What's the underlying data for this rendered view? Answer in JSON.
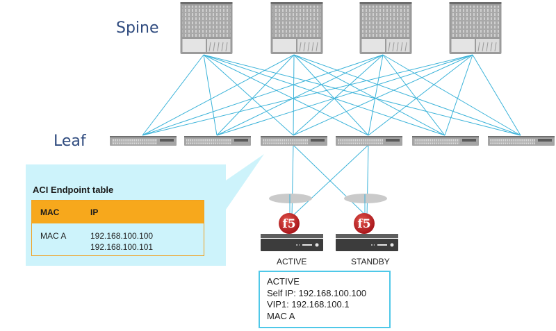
{
  "labels": {
    "spine": "Spine",
    "leaf": "Leaf"
  },
  "topology": {
    "spines": [
      "spine-1",
      "spine-2",
      "spine-3",
      "spine-4"
    ],
    "leaves": [
      "leaf-1",
      "leaf-2",
      "leaf-3",
      "leaf-4",
      "leaf-5",
      "leaf-6"
    ],
    "fabric_links": "full-mesh",
    "link_color": "#3bb3d9",
    "server_links": [
      {
        "leaf": "leaf-3",
        "device": "active"
      },
      {
        "leaf": "leaf-3",
        "device": "standby"
      },
      {
        "leaf": "leaf-4",
        "device": "active"
      },
      {
        "leaf": "leaf-4",
        "device": "standby"
      }
    ]
  },
  "endpoint_table": {
    "title": "ACI Endpoint table",
    "columns": [
      "MAC",
      "IP"
    ],
    "rows": [
      {
        "mac": "MAC A",
        "ips": [
          "192.168.100.100",
          "192.168.100.101"
        ]
      }
    ],
    "header_color": "#f7a81c",
    "callout_color": "#cdf3fb"
  },
  "devices": [
    {
      "id": "active",
      "logo": "f5",
      "role": "ACTIVE"
    },
    {
      "id": "standby",
      "logo": "f5",
      "role": "STANDBY"
    }
  ],
  "info_box": {
    "lines": [
      "ACTIVE",
      "Self IP: 192.168.100.100",
      "VIP1: 192.168.100.1",
      "MAC A"
    ]
  }
}
